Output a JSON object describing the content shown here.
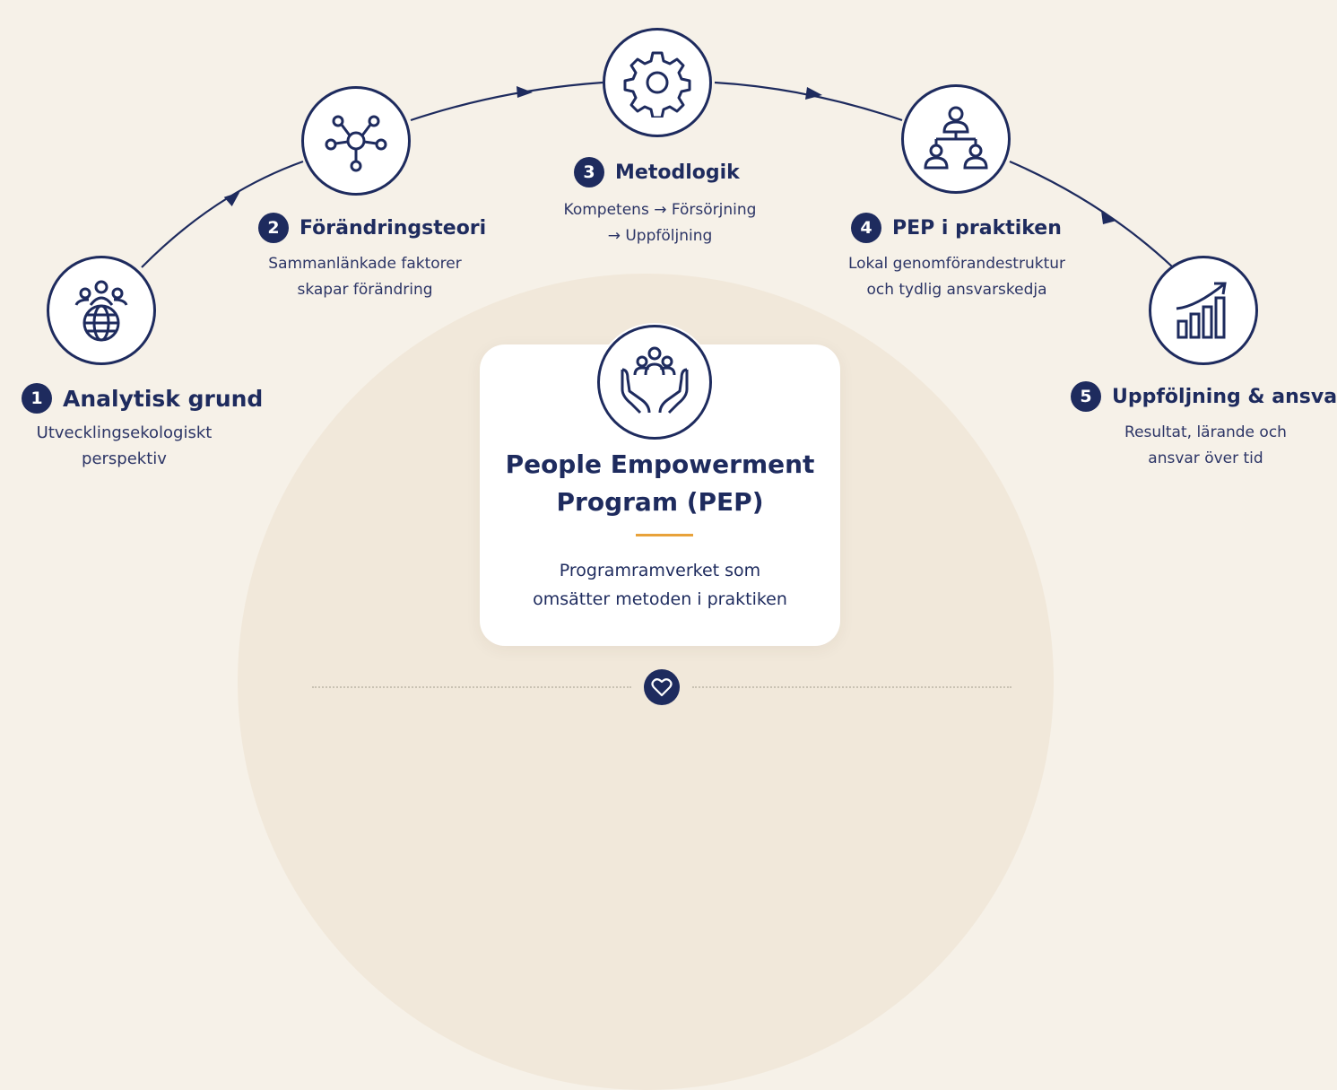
{
  "steps": [
    {
      "number": "1",
      "title": "Analytisk grund",
      "desc": [
        "Utvecklingsekologiskt",
        "perspektiv"
      ],
      "icon": "people-globe-icon"
    },
    {
      "number": "2",
      "title": "Förändringsteori",
      "desc": [
        "Sammanlänkade faktorer",
        "skapar förändring"
      ],
      "icon": "network-hub-icon"
    },
    {
      "number": "3",
      "title": "Metodlogik",
      "desc": [
        "Kompetens → Försörjning",
        "→ Uppföljning"
      ],
      "icon": "gear-icon"
    },
    {
      "number": "4",
      "title": "PEP i praktiken",
      "desc": [
        "Lokal genomförandestruktur",
        "och tydlig ansvarskedja"
      ],
      "icon": "org-chart-icon"
    },
    {
      "number": "5",
      "title": "Uppföljning & ansvar",
      "desc": [
        "Resultat, lärande och",
        "ansvar över tid"
      ],
      "icon": "growth-chart-icon"
    }
  ],
  "center": {
    "title_line1": "People Empowerment",
    "title_line2": "Program (PEP)",
    "sub_line1": "Programramverket som",
    "sub_line2": "omsätter metoden i praktiken",
    "icon": "hands-people-icon"
  },
  "footer": {
    "icon": "heart-icon"
  },
  "colors": {
    "navy": "#1e2b5e",
    "accent": "#e8a23a",
    "background": "#f6f1e8"
  }
}
